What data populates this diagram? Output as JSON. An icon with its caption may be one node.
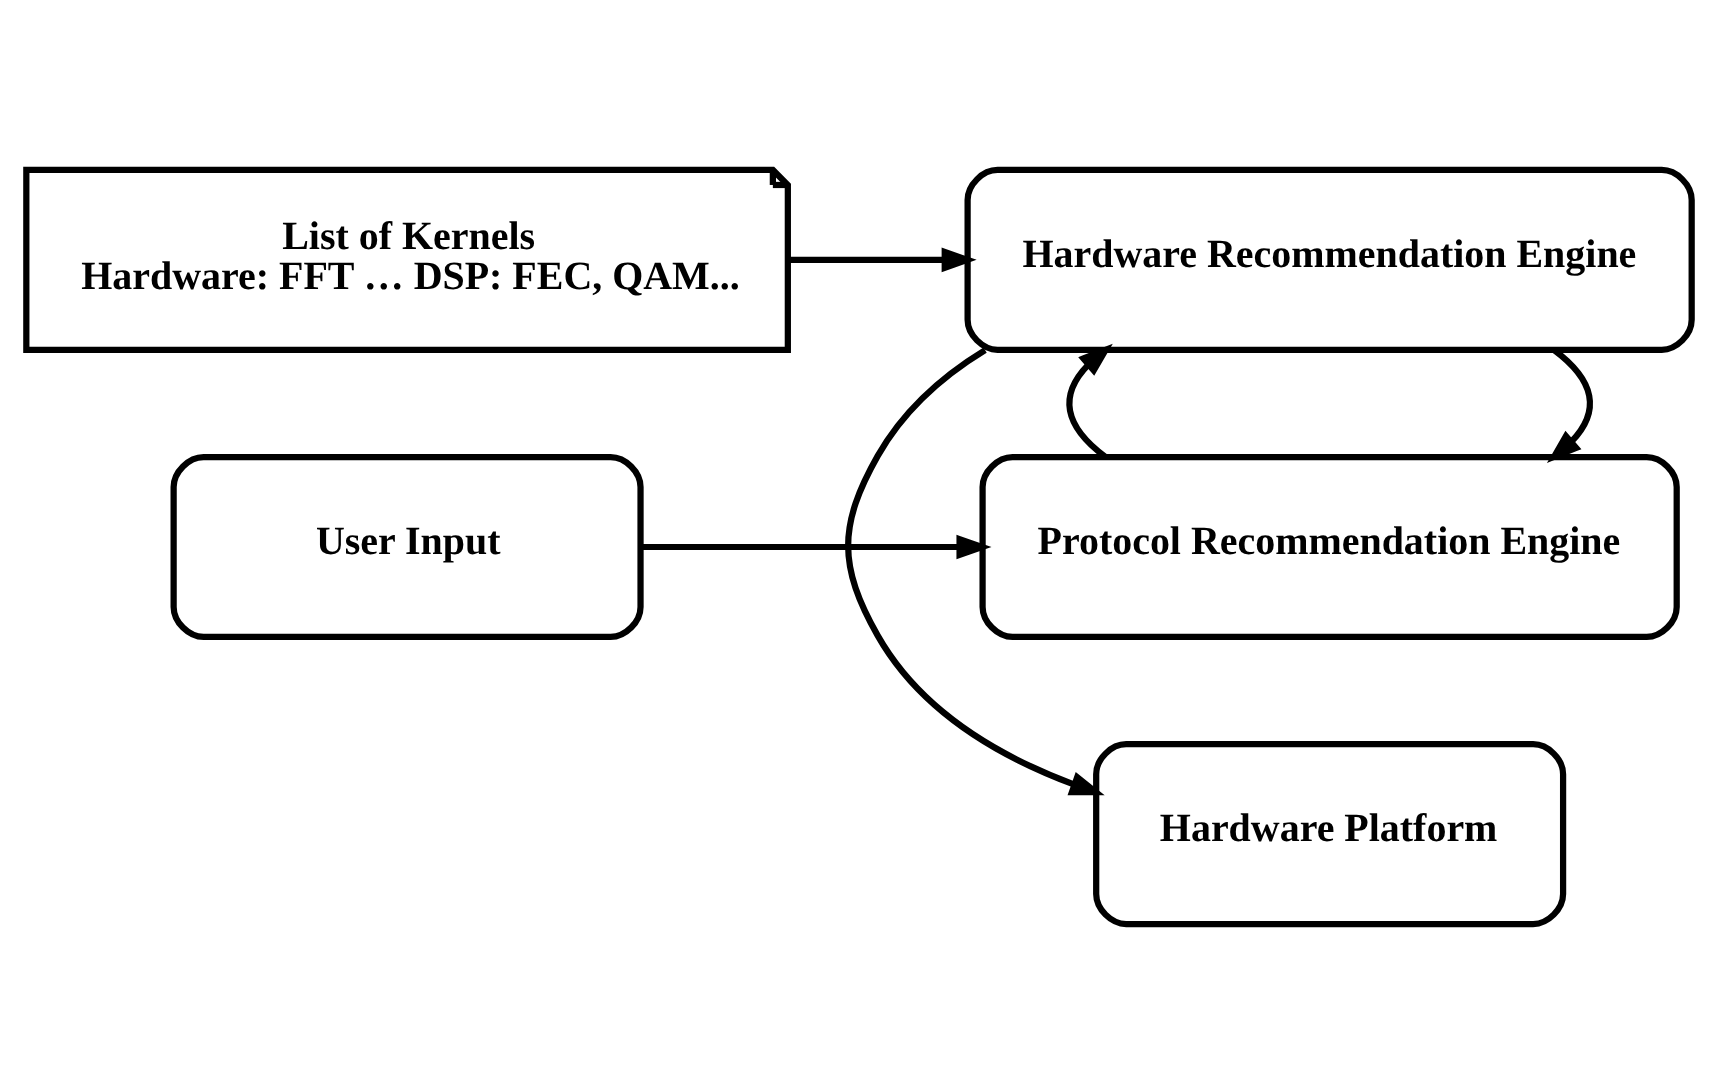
{
  "diagram": {
    "nodes": [
      {
        "text": [
          "User Input"
        ]
      },
      {
        "text": [
          "Protocol Recommendation Engine"
        ]
      },
      {
        "text": [
          "List of Kernels",
          "Hardware: FFT … DSP: FEC, QAM..."
        ]
      },
      {
        "text": [
          "Hardware Recommendation Engine"
        ]
      },
      {
        "text": [
          "Hardware Platform"
        ]
      }
    ],
    "edges": [
      {
        "from": 0,
        "to": 1,
        "arrow": "to"
      },
      {
        "from": 3,
        "to": 1,
        "arrow": "to"
      },
      {
        "from": 1,
        "to": 3,
        "arrow": "to"
      },
      {
        "from": 2,
        "to": 3,
        "arrow": "to"
      },
      {
        "from": 3,
        "to": 4,
        "arrow": "to"
      }
    ]
  }
}
